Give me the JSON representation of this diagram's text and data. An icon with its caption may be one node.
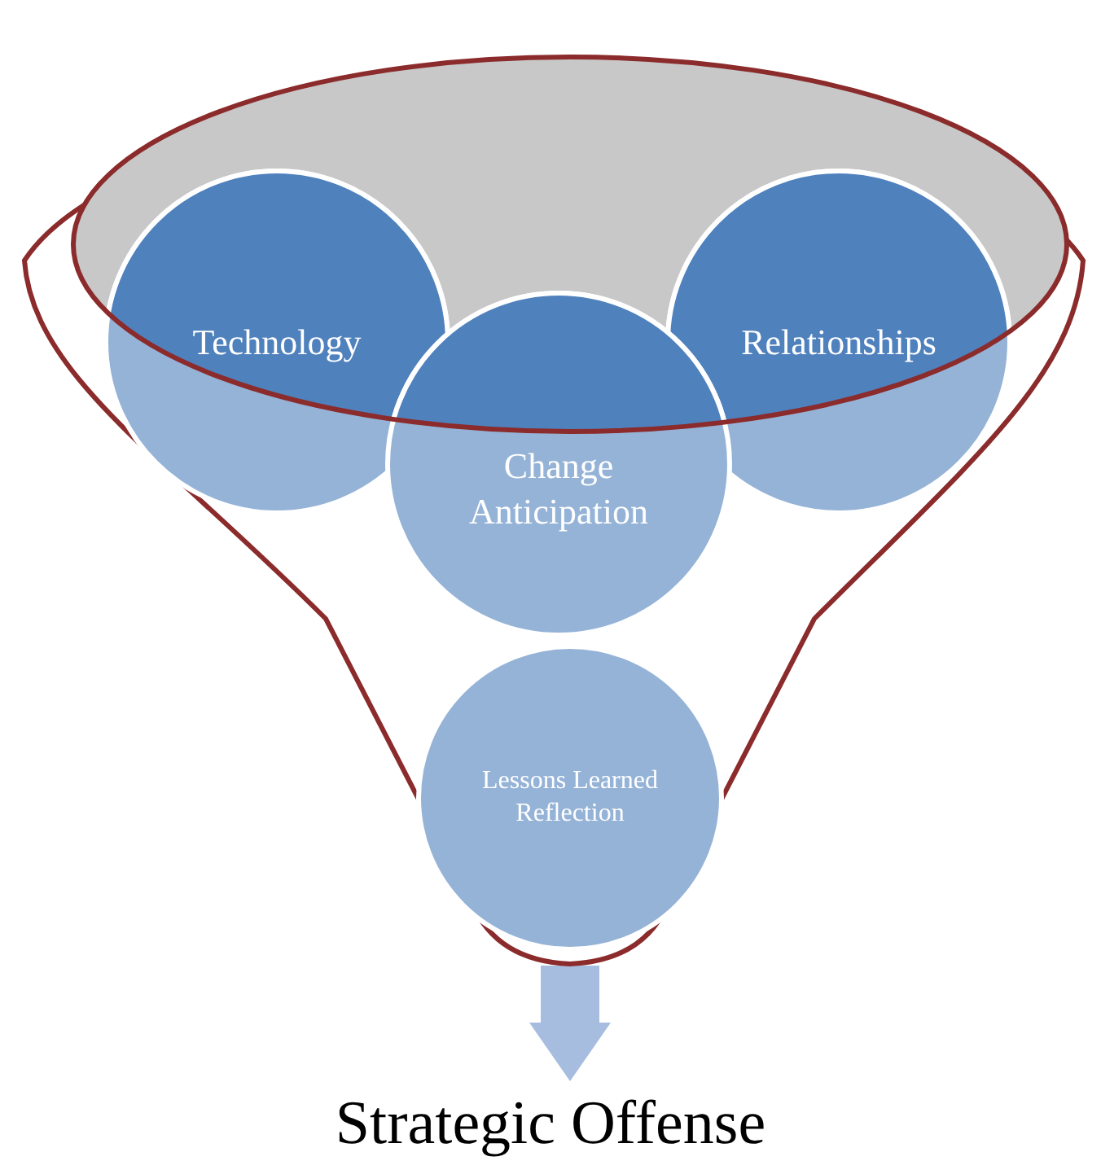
{
  "diagram": {
    "nodes": [
      {
        "text": [],
        "shape": "funnel"
      },
      {
        "text": [
          "Technology"
        ],
        "in": 0
      },
      {
        "text": [
          "Relationships"
        ],
        "in": 0
      },
      {
        "text": [
          "Change Anticipation"
        ],
        "in": 0
      },
      {
        "text": [
          "Lessons Learned Reflection"
        ],
        "in": 0
      },
      {
        "text": [
          "Strategic Offense"
        ]
      }
    ],
    "edges": [
      {
        "from": 0,
        "to": 5,
        "arrow": "to"
      }
    ]
  }
}
